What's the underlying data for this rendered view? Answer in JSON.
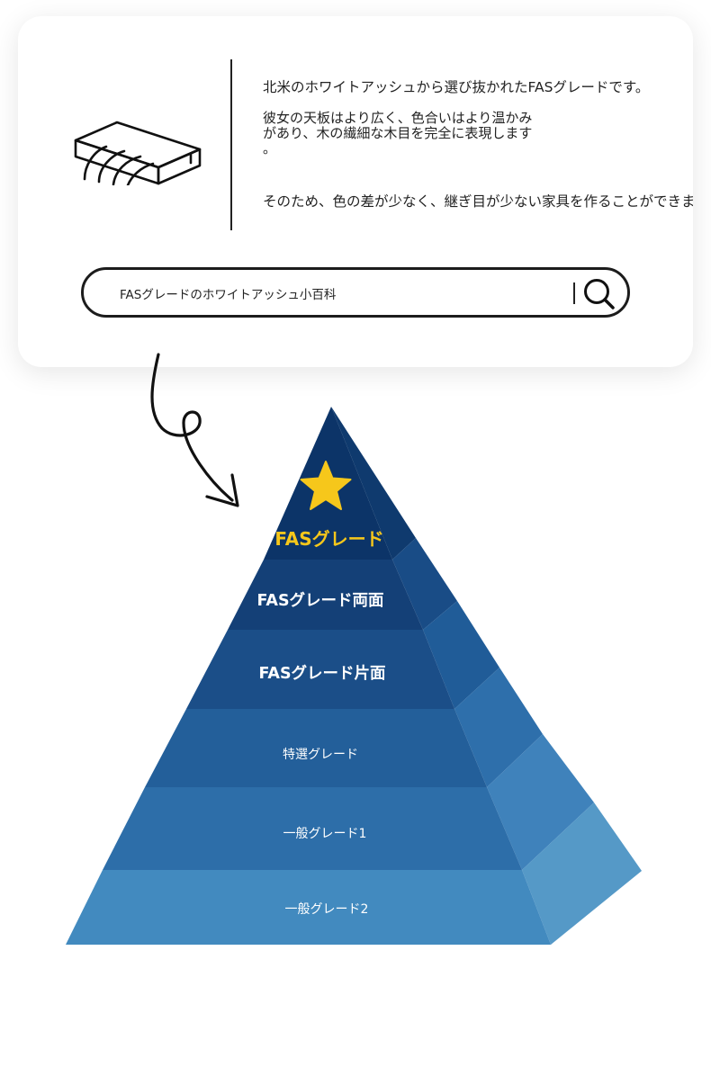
{
  "info_card": {
    "description_line1": "北米のホワイトアッシュから選び抜かれたFASグレードです。",
    "description_line2": "彼女の天板はより広く、色合いはより温かみ\nがあり、木の繊細な木目を完全に表現します\n。",
    "description_line3": "そのため、色の差が少なく、継ぎ目が少ない家具を作ることができます。",
    "icon": "wood-plank-icon"
  },
  "search": {
    "value": "FASグレードのホワイトアッシュ小百科",
    "icon": "search-icon"
  },
  "pyramid": {
    "tiers": [
      {
        "label": "FASグレード",
        "color": "#f6c71b"
      },
      {
        "label": "FASグレード両面",
        "color": "#ffffff"
      },
      {
        "label": "FASグレード片面",
        "color": "#ffffff"
      },
      {
        "label": "特選グレード",
        "color": "#ffffff"
      },
      {
        "label": "一般グレード1",
        "color": "#ffffff"
      },
      {
        "label": "一般グレード2",
        "color": "#ffffff"
      }
    ],
    "top_icon": "star-icon",
    "accent_color": "#f6c71b"
  }
}
